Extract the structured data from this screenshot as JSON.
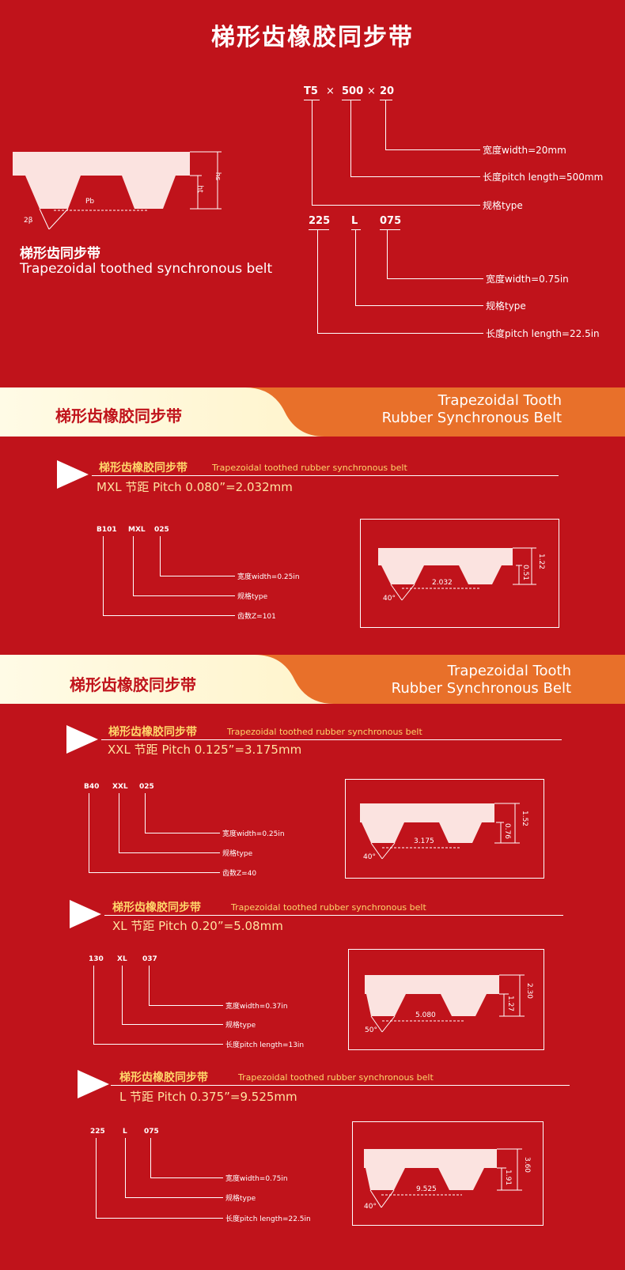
{
  "title": "梯形齿橡胶同步带",
  "intro": {
    "diagram_labels": {
      "pb": "Pb",
      "angle": "2β",
      "hs": "hs",
      "ht": "ht"
    },
    "cn": "梯形齿同步带",
    "en": "Trapezoidal toothed synchronous belt",
    "metric": {
      "codes": [
        "T5",
        "×",
        "500",
        "×",
        "20"
      ],
      "labels": [
        "宽度width=20mm",
        "长度pitch length=500mm",
        "规格type"
      ]
    },
    "imperial": {
      "codes": [
        "225",
        "L",
        "075"
      ],
      "labels": [
        "宽度width=0.75in",
        "规格type",
        "长度pitch length=22.5in"
      ]
    }
  },
  "banners": [
    {
      "cn": "梯形齿橡胶同步带",
      "en1": "Trapezoidal Tooth",
      "en2": "Rubber Synchronous Belt"
    },
    {
      "cn": "梯形齿橡胶同步带",
      "en1": "Trapezoidal Tooth",
      "en2": "Rubber Synchronous Belt"
    }
  ],
  "sections": [
    {
      "cn": "梯形齿橡胶同步带",
      "en": "Trapezoidal toothed rubber synchronous belt",
      "pitch": "MXL 节距 Pitch 0.080”=2.032mm",
      "codes": [
        "B101",
        "MXL",
        "025"
      ],
      "labels": [
        "宽度width=0.25in",
        "规格type",
        "齿数Z=101"
      ],
      "diagram": {
        "pitch": "2.032",
        "angle": "40°",
        "h1": "1.22",
        "h2": "0.51"
      }
    },
    {
      "cn": "梯形齿橡胶同步带",
      "en": "Trapezoidal toothed rubber synchronous belt",
      "pitch": "XXL 节距 Pitch 0.125”=3.175mm",
      "codes": [
        "B40",
        "XXL",
        "025"
      ],
      "labels": [
        "宽度width=0.25in",
        "规格type",
        "齿数Z=40"
      ],
      "diagram": {
        "pitch": "3.175",
        "angle": "40°",
        "h1": "1.52",
        "h2": "0.76"
      }
    },
    {
      "cn": "梯形齿橡胶同步带",
      "en": "Trapezoidal toothed rubber synchronous belt",
      "pitch": "XL 节距 Pitch 0.20”=5.08mm",
      "codes": [
        "130",
        "XL",
        "037"
      ],
      "labels": [
        "宽度width=0.37in",
        "规格type",
        "长度pitch length=13in"
      ],
      "diagram": {
        "pitch": "5.080",
        "angle": "50°",
        "h1": "2.30",
        "h2": "1.27"
      }
    },
    {
      "cn": "梯形齿橡胶同步带",
      "en": "Trapezoidal toothed rubber synchronous belt",
      "pitch": "L 节距 Pitch 0.375”=9.525mm",
      "codes": [
        "225",
        "L",
        "075"
      ],
      "labels": [
        "宽度width=0.75in",
        "规格type",
        "长度pitch length=22.5in"
      ],
      "diagram": {
        "pitch": "9.525",
        "angle": "40°",
        "h1": "3.60",
        "h2": "1.91"
      }
    }
  ],
  "colors": {
    "background": "#c0131b",
    "accent": "#ffd66a",
    "banner_orange": "#e8702a",
    "belt": "#fbe3e0"
  }
}
